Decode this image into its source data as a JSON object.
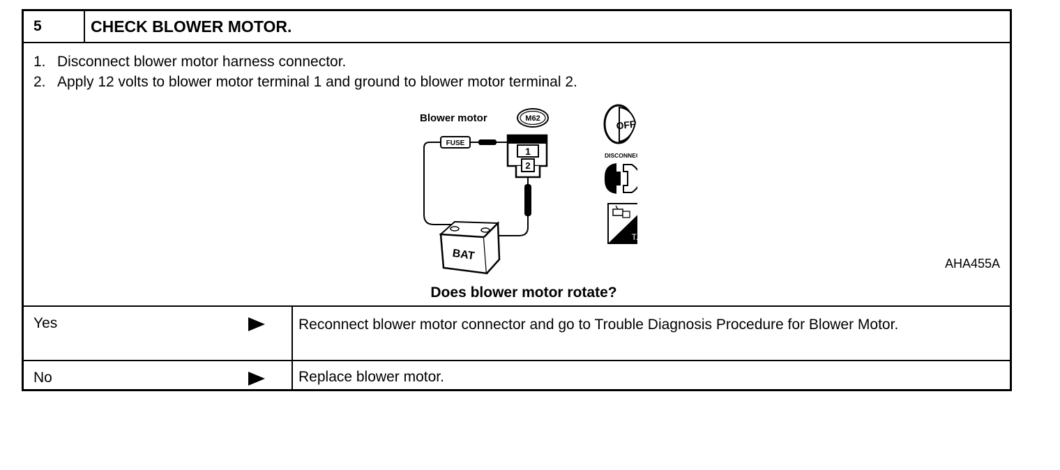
{
  "step": {
    "number": "5",
    "title": "CHECK BLOWER MOTOR."
  },
  "instructions": [
    {
      "num": "1.",
      "text": "Disconnect blower motor harness connector."
    },
    {
      "num": "2.",
      "text": "Apply 12 volts to blower motor terminal 1 and ground to blower motor terminal 2."
    }
  ],
  "figure": {
    "component_label": "Blower motor",
    "connector_id": "M62",
    "fuse_label": "FUSE",
    "terminal_1": "1",
    "terminal_2": "2",
    "battery_label": "BAT",
    "ignition_label": "OFF",
    "disconnect_label": "DISCONNECT",
    "ts_label": "T.S.",
    "figure_id": "AHA455A",
    "icons": [
      "ignition-off-icon",
      "disconnect-connector-icon",
      "tester-ts-icon"
    ]
  },
  "question": "Does blower motor rotate?",
  "results": [
    {
      "answer": "Yes",
      "action": "Reconnect blower motor connector and go to Trouble Diagnosis Procedure for Blower Motor."
    },
    {
      "answer": "No",
      "action": "Replace blower motor."
    }
  ]
}
